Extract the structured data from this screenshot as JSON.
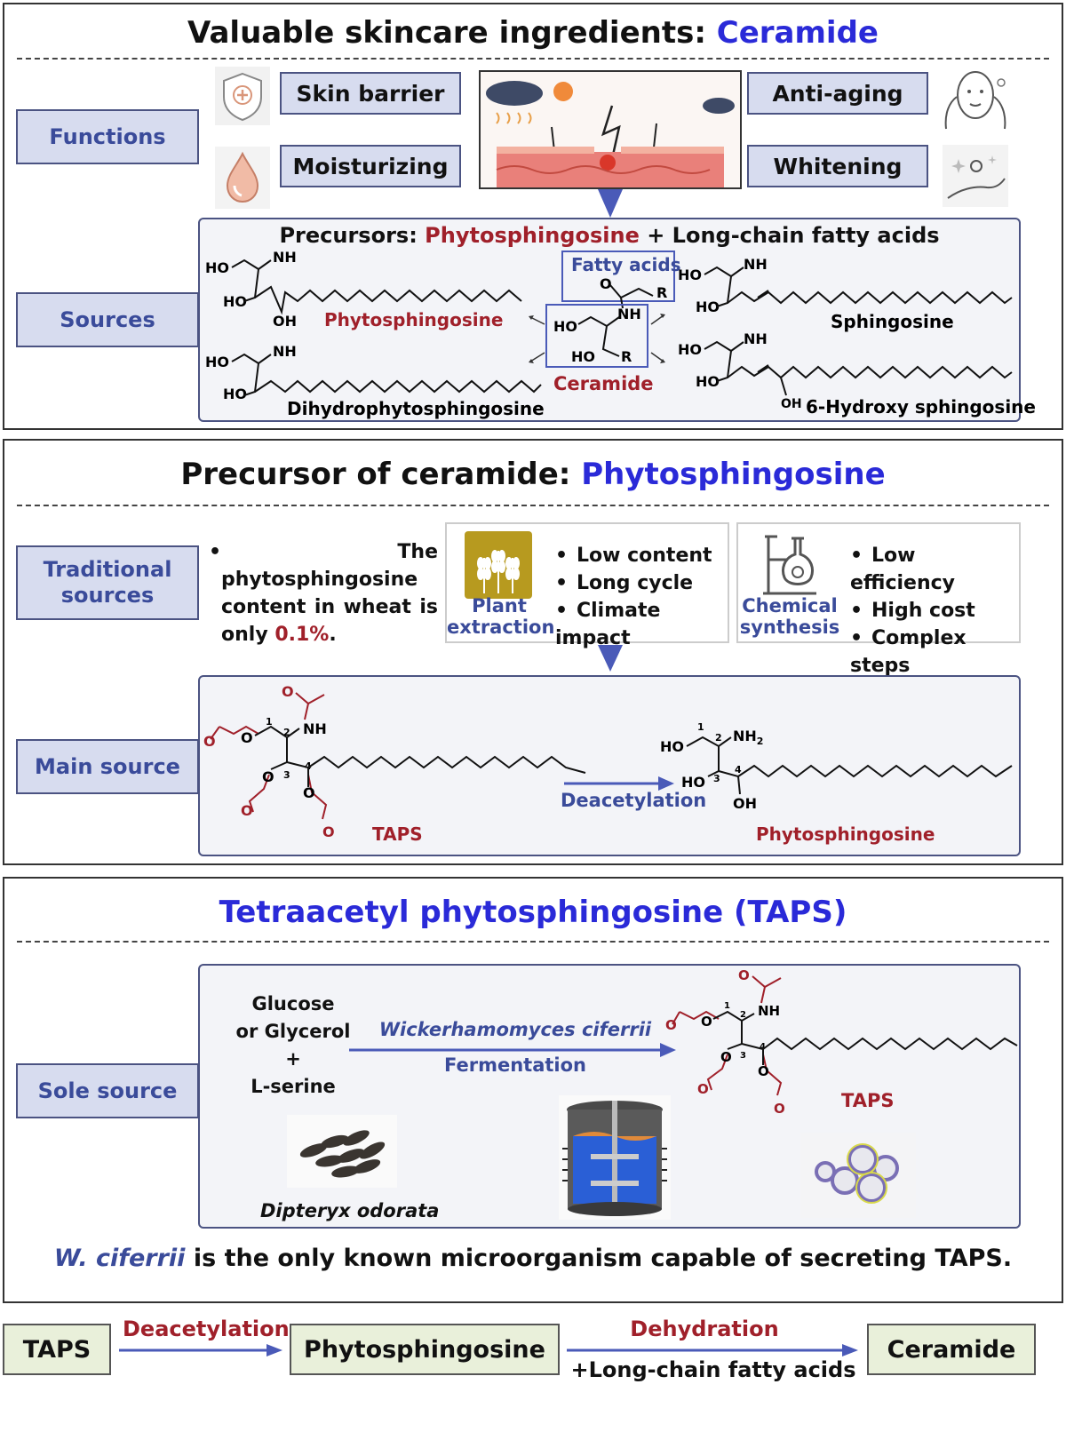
{
  "panel1": {
    "title_prefix": "Valuable skincare ingredients: ",
    "title_highlight": "Ceramide",
    "functions_label": "Functions",
    "sources_label": "Sources",
    "skin_barrier": "Skin barrier",
    "moisturizing": "Moisturizing",
    "anti_aging": "Anti-aging",
    "whitening": "Whitening",
    "precursors_prefix": "Precursors: ",
    "precursors_highlight": "Phytosphingosine",
    "precursors_suffix": " + Long-chain fatty acids",
    "fatty_acids": "Fatty acids",
    "phytosphingosine": "Phytosphingosine",
    "ceramide": "Ceramide",
    "sphingosine": "Sphingosine",
    "dihydrophytosphingosine": "Dihydrophytosphingosine",
    "hydroxy_sphingosine": "6-Hydroxy sphingosine",
    "atoms": {
      "ho": "HO",
      "nh": "NH",
      "oh": "OH",
      "o": "O",
      "r": "R"
    }
  },
  "panel2": {
    "title_prefix": "Precursor of ceramide: ",
    "title_highlight": "Phytosphingosine",
    "traditional_label": "Traditional sources",
    "main_label": "Main source",
    "traditional_text_prefix": "The phytosphingosine content in wheat is only ",
    "traditional_text_value": "0.1%",
    "traditional_text_suffix": ".",
    "plant_extraction": "Plant extraction",
    "plant_bullets": [
      "Low content",
      "Long cycle",
      "Climate impact"
    ],
    "chemical_synthesis": "Chemical synthesis",
    "chemical_bullets": [
      "Low efficiency",
      "High cost",
      "Complex steps"
    ],
    "deacetylation": "Deacetylation",
    "taps": "TAPS",
    "phytosphingosine": "Phytosphingosine",
    "atoms": {
      "nh": "NH",
      "nh2": "NH",
      "sub2": "2",
      "ho": "HO",
      "oh": "OH",
      "o": "O",
      "n1": "1",
      "n2": "2",
      "n3": "3",
      "n4": "4"
    }
  },
  "panel3": {
    "title": "Tetraacetyl phytosphingosine (TAPS)",
    "sole_label": "Sole source",
    "substrate_lines": [
      "Glucose",
      "or Glycerol",
      "+",
      "L-serine"
    ],
    "organism": "Wickerhamomyces ciferrii",
    "fermentation": "Fermentation",
    "taps": "TAPS",
    "dipteryx": "Dipteryx odorata",
    "footer_italic": "W. ciferrii",
    "footer_rest": " is the only known microorganism capable of secreting TAPS.",
    "atoms": {
      "nh": "NH",
      "o": "O",
      "n1": "1",
      "n2": "2",
      "n3": "3",
      "n4": "4"
    }
  },
  "flow": {
    "taps": "TAPS",
    "deacetylation": "Deacetylation",
    "phytosphingosine": "Phytosphingosine",
    "dehydration": "Dehydration",
    "fatty_acids": "+Long-chain fatty acids",
    "ceramide": "Ceramide"
  },
  "colors": {
    "title_blue": "#2a2ad8",
    "accent_red": "#a0202a",
    "label_bg": "#d7dcef",
    "label_text": "#3a4b9a",
    "flow_green": "#e9f0da",
    "arrow_blue": "#4a5ab8"
  }
}
